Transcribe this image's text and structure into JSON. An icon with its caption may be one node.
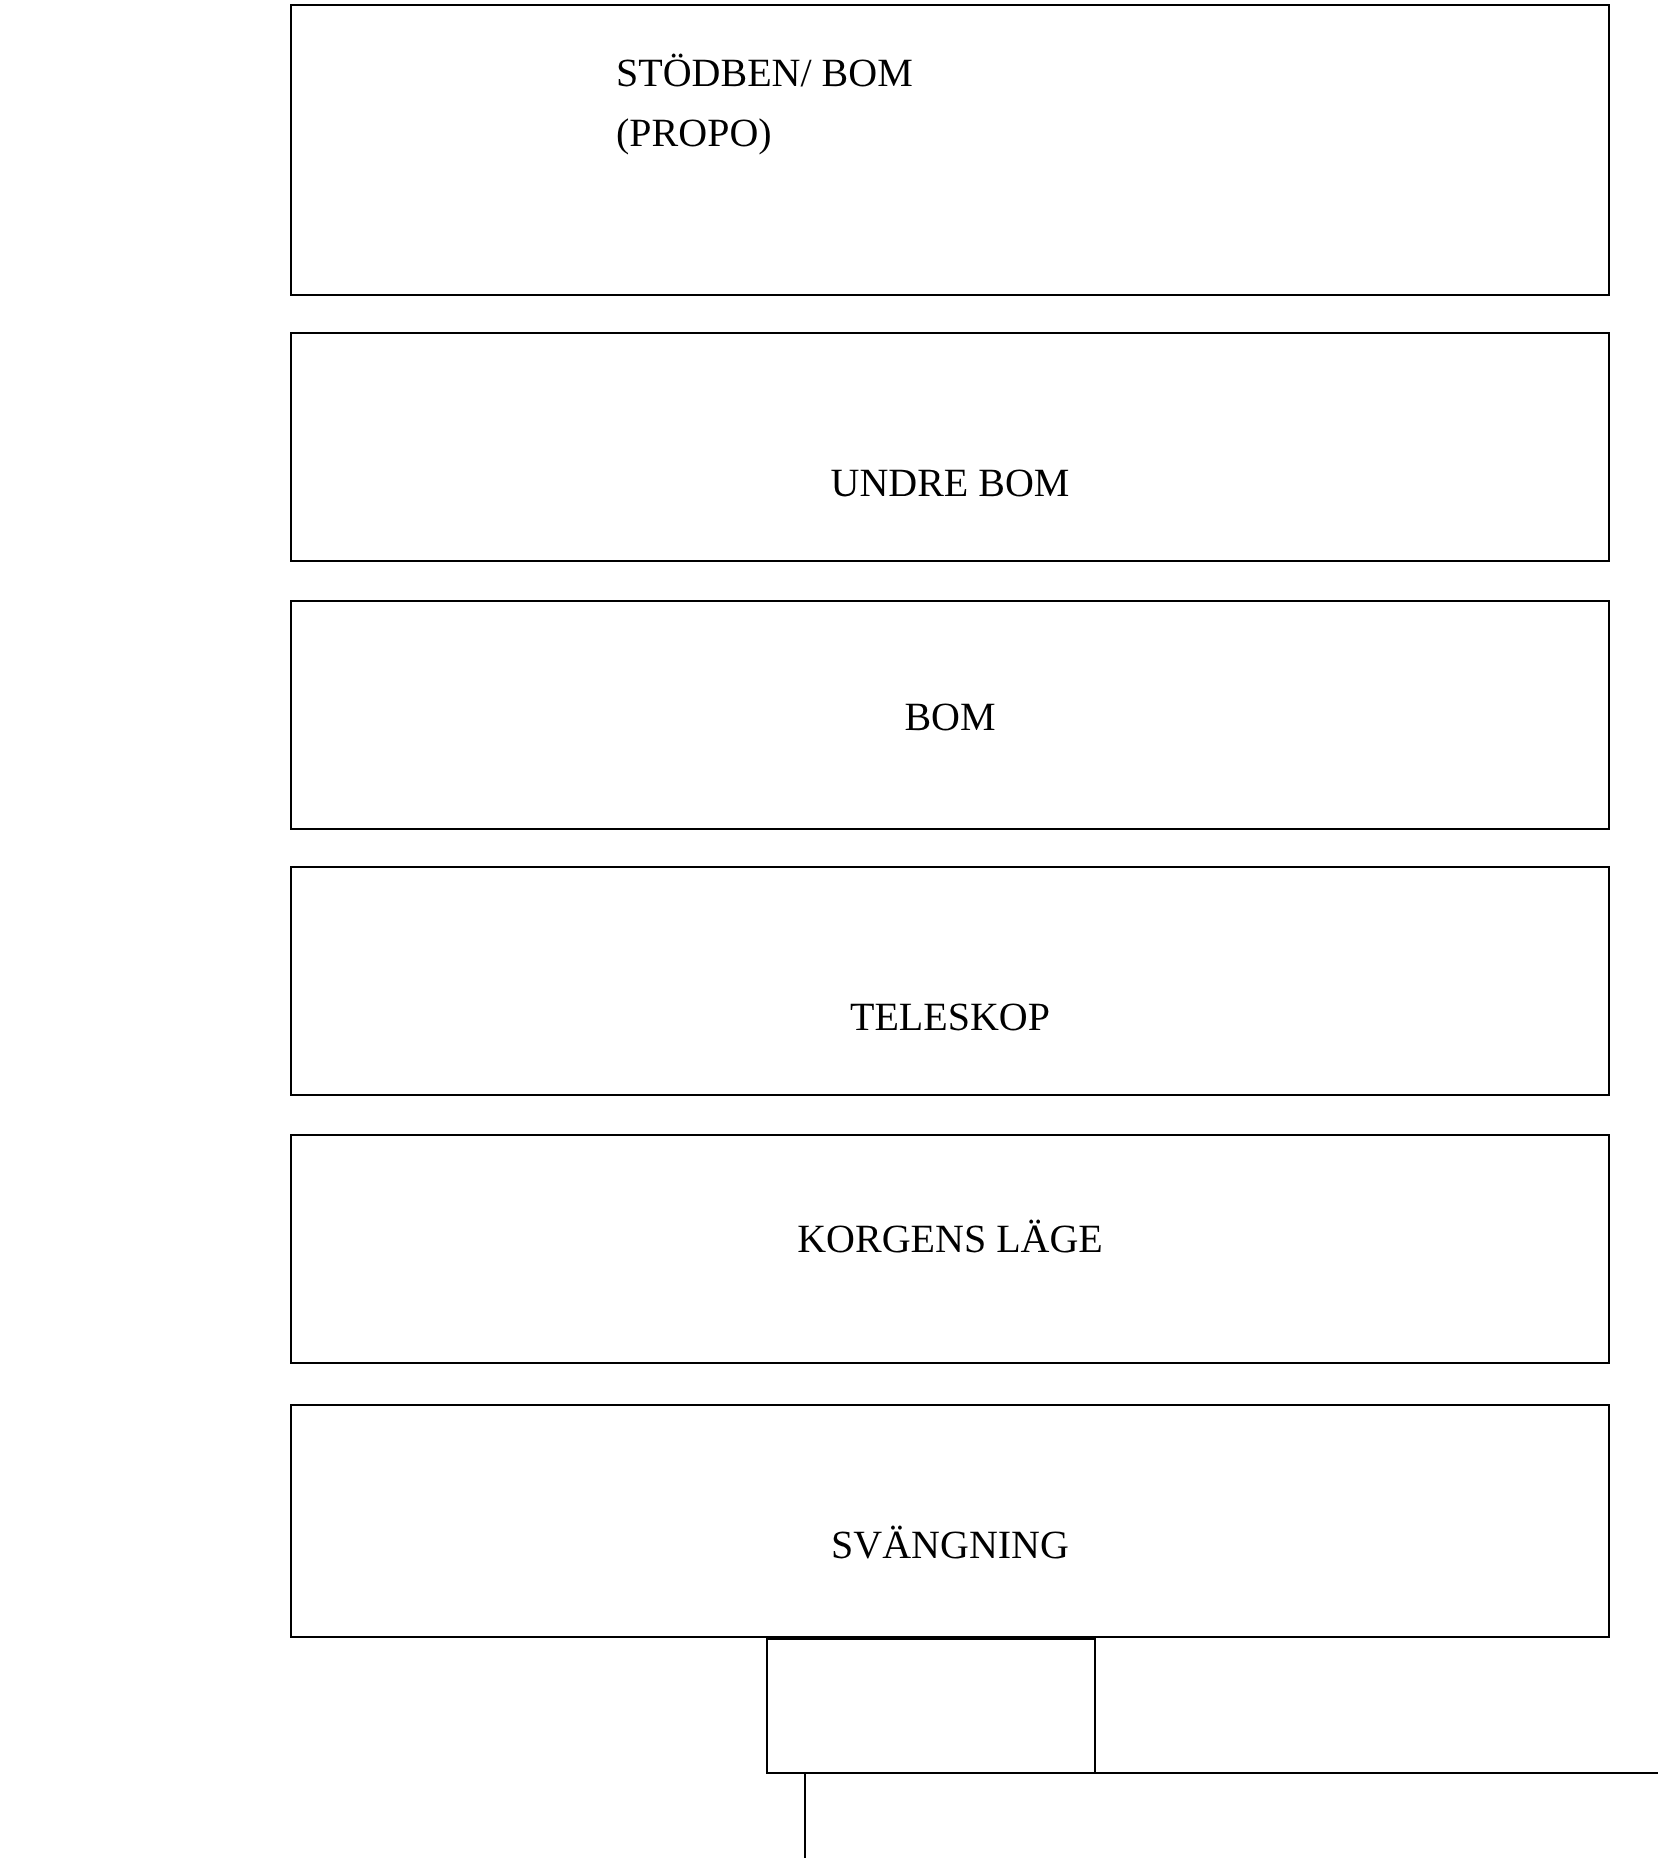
{
  "diagram": {
    "nodes": [
      {
        "text": [
          "STÖDBEN/ BOM (PROPO)"
        ]
      },
      {
        "text": [
          "UNDRE BOM"
        ]
      },
      {
        "text": [
          "BOM"
        ]
      },
      {
        "text": [
          "TELESKOP"
        ]
      },
      {
        "text": [
          "KORGENS LÄGE"
        ]
      },
      {
        "text": [
          "SVÄNGNING"
        ]
      },
      {
        "text": [],
        "shape": "box"
      },
      {
        "text": [],
        "shape": "box"
      }
    ]
  }
}
